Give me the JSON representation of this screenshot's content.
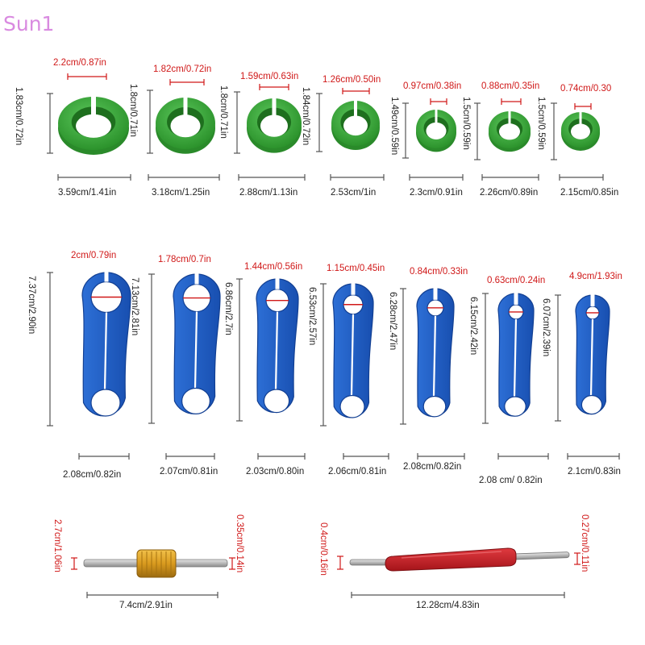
{
  "watermark": "Sun1",
  "colors": {
    "green": "#3eaa3e",
    "green_dark": "#2a8a2a",
    "blue": "#1f5fc4",
    "blue_dark": "#123f92",
    "red": "#d01818",
    "gold": "#d99a1e",
    "tool_red": "#cc1b22",
    "dim_line": "#555555"
  },
  "green_rings": [
    {
      "inner": "2.2cm/0.87in",
      "height": "1.83cm/0.72in",
      "width": "3.59cm/1.41in"
    },
    {
      "inner": "1.82cm/0.72in",
      "height": "1.8cm/0.71in",
      "width": "3.18cm/1.25in"
    },
    {
      "inner": "1.59cm/0.63in",
      "height": "1.8cm/0.71in",
      "width": "2.88cm/1.13in"
    },
    {
      "inner": "1.26cm/0.50in",
      "height": "1.84cm/0.72in",
      "width": "2.53cm/1in"
    },
    {
      "inner": "0.97cm/0.38in",
      "height": "1.49cm/0.59in",
      "width": "2.3cm/0.91in"
    },
    {
      "inner": "0.88cm/0.35in",
      "height": "1.5cm/0.59in",
      "width": "2.26cm/0.89in"
    },
    {
      "inner": "0.74cm/0.30",
      "height": "1.5cm/0.59in",
      "width": "2.15cm/0.85in"
    }
  ],
  "blue_tools": [
    {
      "inner": "2cm/0.79in",
      "height": "7.37cm/2.90in",
      "width": "2.08cm/0.82in"
    },
    {
      "inner": "1.78cm/0.7in",
      "height": "7.13cm/2.81in",
      "width": "2.07cm/0.81in"
    },
    {
      "inner": "1.44cm/0.56in",
      "height": "6.86cm/2.7in",
      "width": "2.03cm/0.80in"
    },
    {
      "inner": "1.15cm/0.45in",
      "height": "6.53cm/2.57in",
      "width": "2.06cm/0.81in"
    },
    {
      "inner": "0.84cm/0.33in",
      "height": "6.28cm/2.47in",
      "width": "2.08cm/0.82in"
    },
    {
      "inner": "0.63cm/0.24in",
      "height": "6.15cm/2.42in",
      "width": "2.08 cm/ 0.82in"
    },
    {
      "inner": "4.9cm/1.93in",
      "height": "6.07cm/2.39in",
      "width": "2.1cm/0.83in"
    }
  ],
  "valve_tools": [
    {
      "left_tip": "2.7cm/1.06in",
      "right_tip": "0.35cm/0.14in",
      "length": "7.4cm/2.91in"
    },
    {
      "left_tip": "0.4cm/0.16in",
      "right_tip": "0.27cm/0.11in",
      "length": "12.28cm/4.83in"
    }
  ]
}
